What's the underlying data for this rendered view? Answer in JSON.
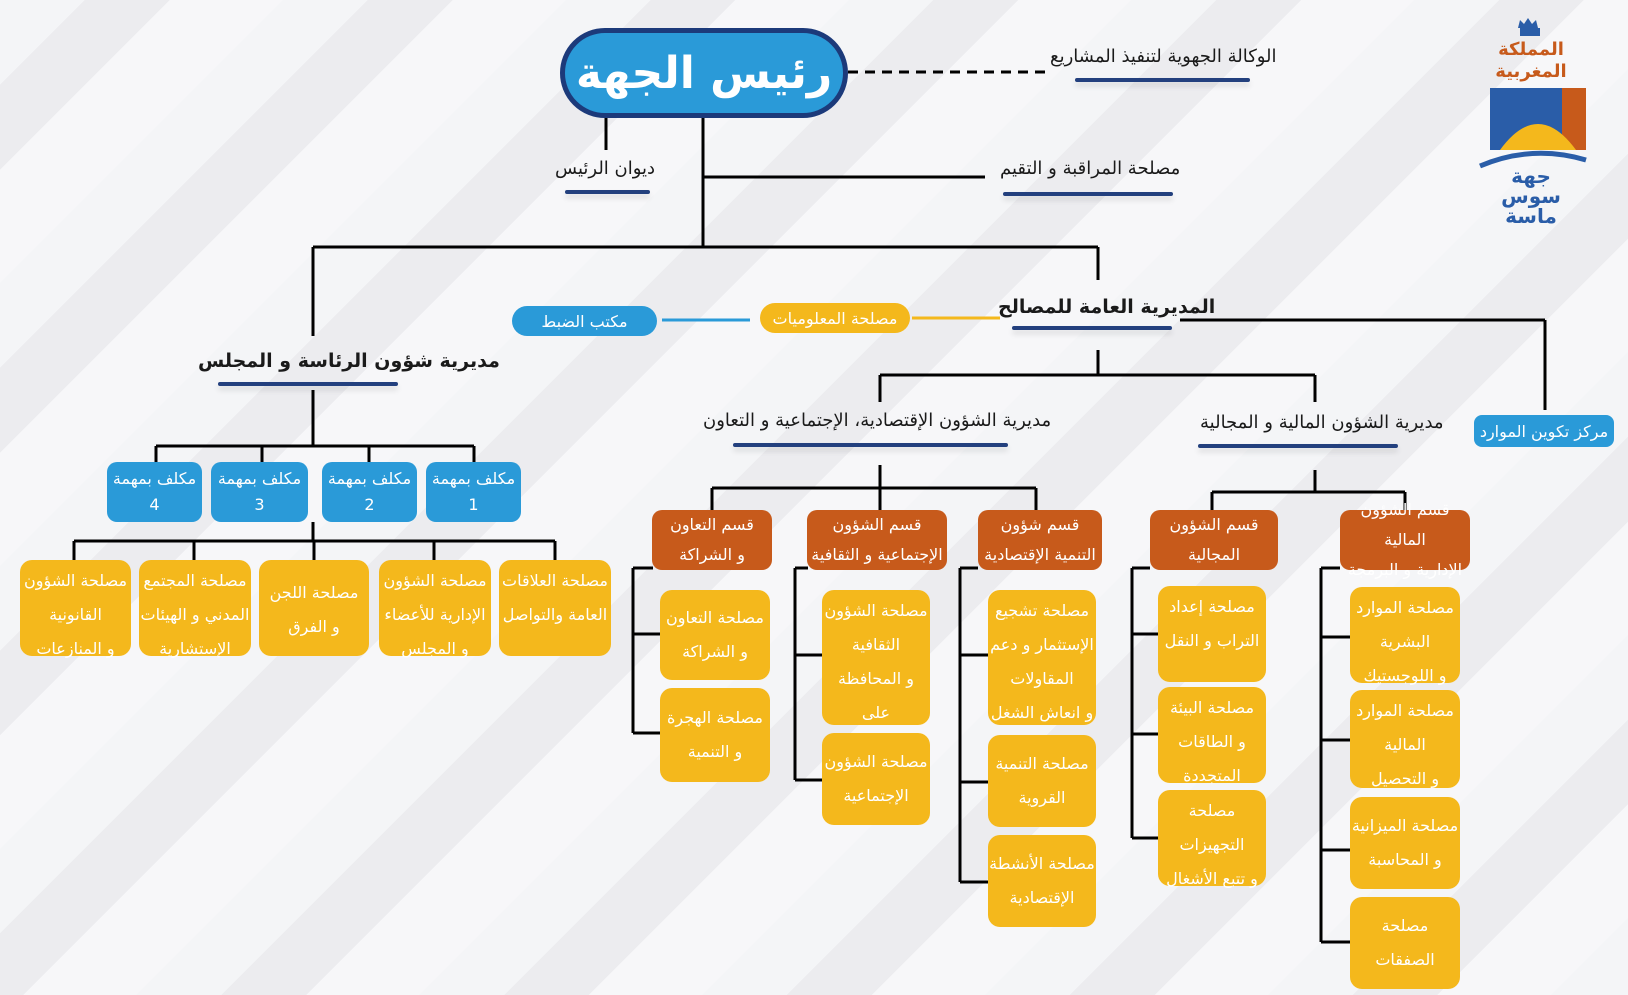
{
  "president": "رئيس الجهة",
  "regional_agency": "الوكالة الجهوية لتنفيذ المشاريع",
  "cabinet": "ديوان الرئيس",
  "audit_service": "مصلحة المراقبة و التقيم",
  "dgs": "المديرية العامة للمصالح",
  "info_service": "مصلحة المعلوميات",
  "registry_office": "مكتب الضبط",
  "training_center": "مركز تكوين الموارد",
  "presidency_directorate": {
    "title": "مديرية شؤون الرئاسة و المجلس",
    "missions": [
      {
        "label": "مكلف بمهمة",
        "num": "1"
      },
      {
        "label": "مكلف بمهمة",
        "num": "2"
      },
      {
        "label": "مكلف بمهمة",
        "num": "3"
      },
      {
        "label": "مكلف بمهمة",
        "num": "4"
      }
    ],
    "services": [
      "مصلحة العلاقات\nالعامة والتواصل",
      "مصلحة الشؤون\nالإدارية للأعضاء\nو المجلس",
      "مصلحة اللجن\nو الفرق",
      "مصلحة المجتمع\nالمدني و الهيئات\nالإستشارية",
      "مصلحة الشؤون\nالقانونية\nو المنازعات"
    ]
  },
  "finance_directorate": {
    "title": "مديرية الشؤون المالية و المجالية",
    "divisions": [
      {
        "title": "قسم الشؤون المالية\nالإدارية و البرمجة",
        "services": [
          "مصلحة الموارد\nالبشرية\nو اللوجستيك",
          "مصلحة الموارد\nالمالية\nو التحصيل",
          "مصلحة الميزانية\nو المحاسبة",
          "مصلحة\nالصفقات"
        ]
      },
      {
        "title": "قسم الشؤون\nالمجالية",
        "services": [
          "مصلحة إعداد\nالتراب و النقل",
          "مصلحة البيئة\nو الطاقات\nالمتجددة",
          "مصلحة\nالتجهيزات\nو تتبع الأشغال"
        ]
      }
    ]
  },
  "econ_directorate": {
    "title": "مديرية الشؤون الإقتصادية، الإجتماعية و التعاون",
    "divisions": [
      {
        "title": "قسم شؤون\nالتنمية الإقتصادية",
        "services": [
          "مصلحة تشجيع\nالإستثمار و دعم\nالمقاولات\nو انعاش الشغل",
          "مصلحة التنمية\nالقروية",
          "مصلحة الأنشطة\nالإقتصادية"
        ]
      },
      {
        "title": "قسم الشؤون\nالإجتماعية و الثقافية",
        "services": [
          "مصلحة الشؤون\nالثقافية\nو المحافظة على\nالثراث",
          "مصلحة الشؤون\nالإجتماعية"
        ]
      },
      {
        "title": "قسم التعاون\nو الشراكة",
        "services": [
          "مصلحة التعاون\nو الشراكة",
          "مصلحة الهجرة\nو التنمية"
        ]
      }
    ]
  },
  "logo": {
    "kingdom_line1": "المملكة",
    "kingdom_line2": "المغربية",
    "region_line1": "جهة",
    "region_line2": "سوس",
    "region_line3": "ماسة"
  },
  "colors": {
    "blue": "#2a9ad8",
    "orange": "#c75a1b",
    "yellow": "#f4b81c",
    "navy": "#23407e"
  }
}
